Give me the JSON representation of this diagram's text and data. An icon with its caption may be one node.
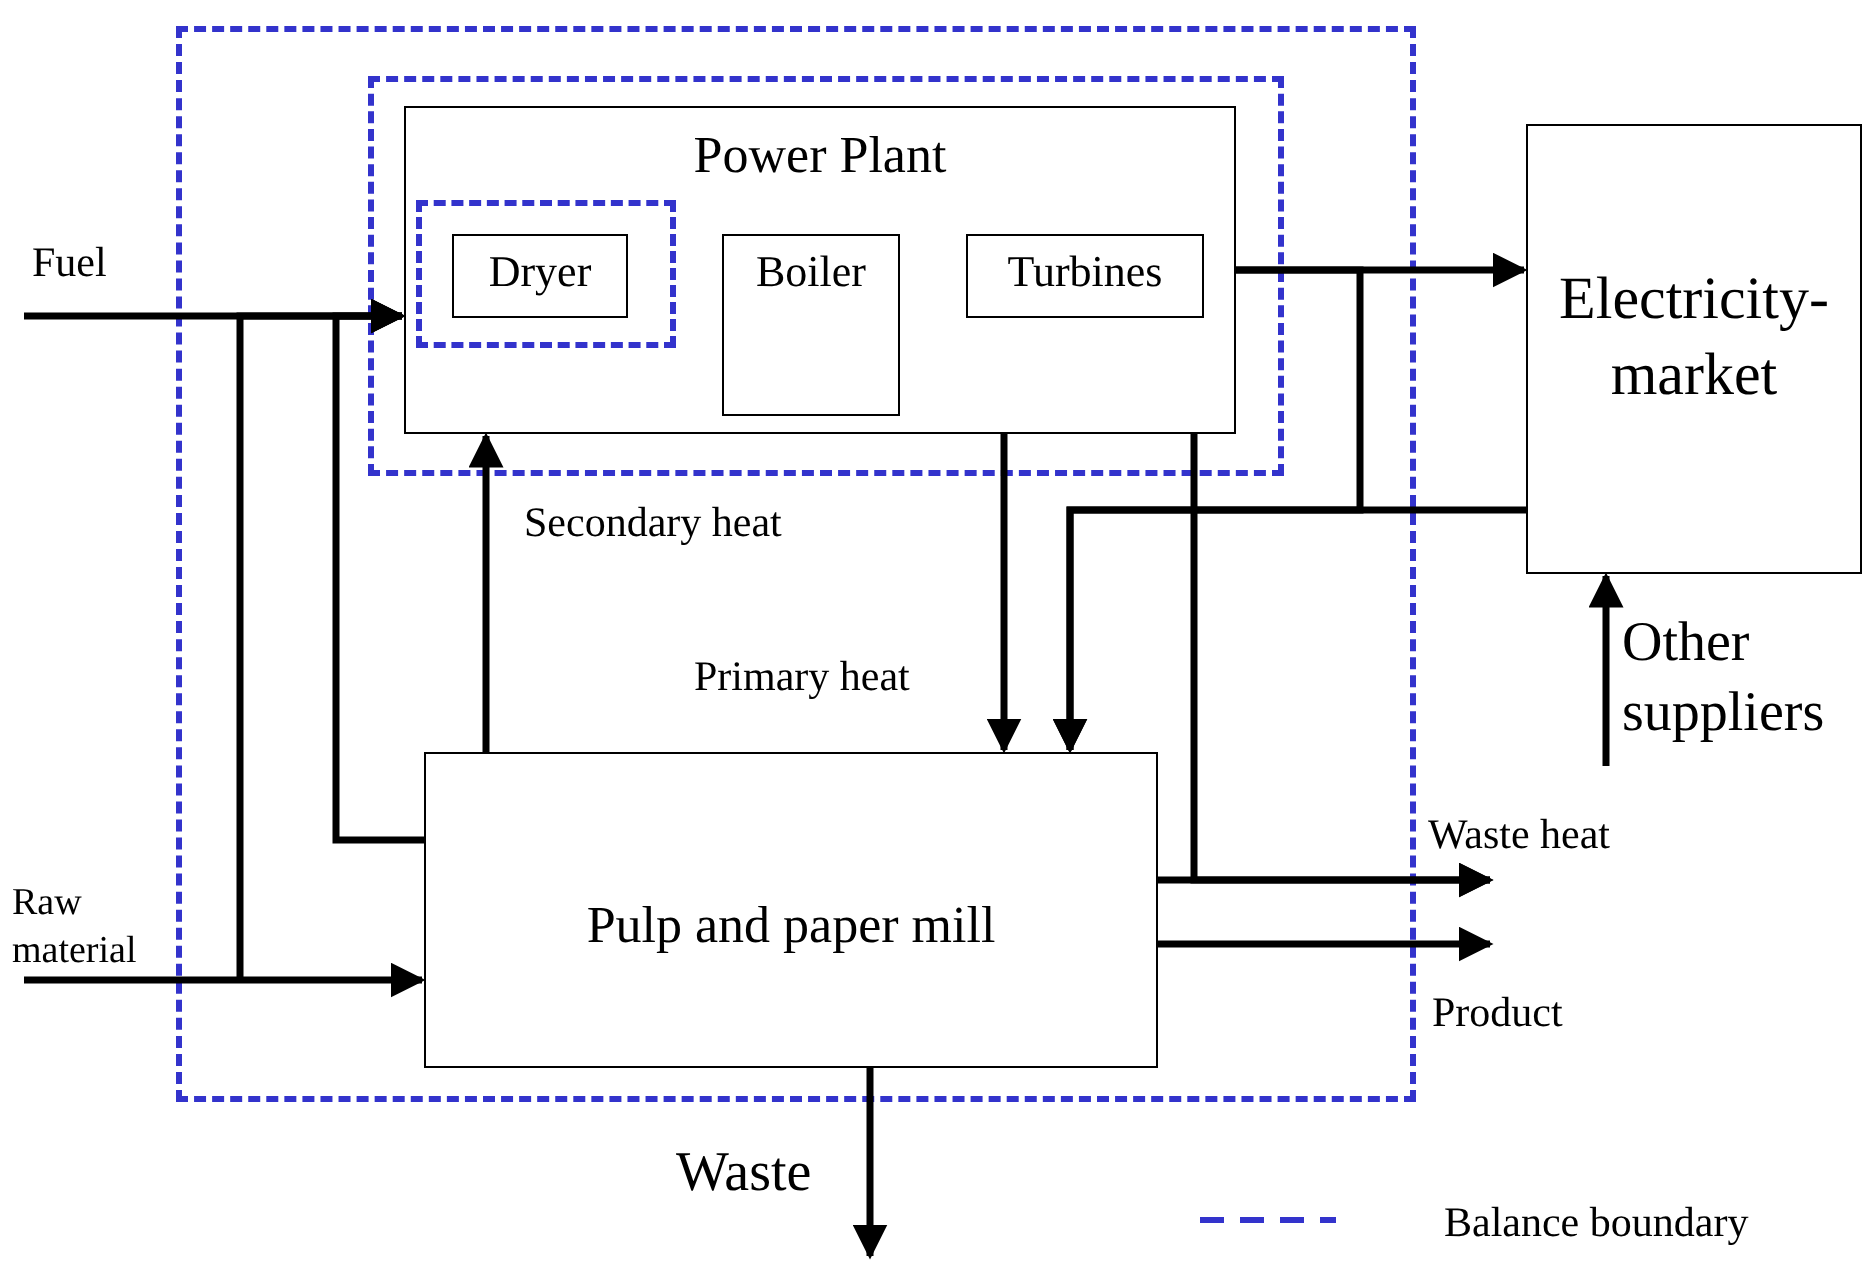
{
  "diagram": {
    "nodes": [
      {
        "text": [],
        "shape": "box"
      },
      {
        "text": [],
        "shape": "box",
        "in": 0
      },
      {
        "text": [
          "Power Plant"
        ],
        "in": 1
      },
      {
        "text": [],
        "shape": "box",
        "in": 2
      },
      {
        "text": [
          "Dryer"
        ],
        "in": 3
      },
      {
        "text": [
          "Boiler"
        ],
        "in": 2
      },
      {
        "text": [
          "Turbines"
        ],
        "in": 2
      },
      {
        "text": [
          "Electricity-market"
        ]
      },
      {
        "text": [
          "Pulp and paper mill"
        ],
        "in": 0
      }
    ],
    "edges": [
      {
        "from": null,
        "to": 2,
        "arrow": "to",
        "label": "Fuel"
      },
      {
        "from": null,
        "to": 8,
        "arrow": "to",
        "label": "Raw material"
      },
      {
        "from": null,
        "to": 2,
        "arrow": "to"
      },
      {
        "from": 8,
        "to": 2,
        "arrow": "to"
      },
      {
        "from": 8,
        "to": 2,
        "arrow": "to",
        "label": "Secondary heat"
      },
      {
        "from": 2,
        "to": 8,
        "arrow": "to",
        "label": "Primary heat"
      },
      {
        "from": 2,
        "to": 7,
        "arrow": "to"
      },
      {
        "from": 2,
        "to": 8,
        "arrow": "to"
      },
      {
        "from": 7,
        "to": 8,
        "arrow": "to"
      },
      {
        "from": 2,
        "to": null,
        "arrow": "to"
      },
      {
        "from": 8,
        "to": null,
        "arrow": "to",
        "label": "Waste heat"
      },
      {
        "from": 8,
        "to": null,
        "arrow": "to",
        "label": "Product"
      },
      {
        "from": 8,
        "to": null,
        "arrow": "to",
        "label": "Waste"
      },
      {
        "from": null,
        "to": 7,
        "arrow": "to",
        "label": "Other suppliers"
      }
    ],
    "legend": [
      {
        "text": "Balance boundary"
      }
    ]
  }
}
